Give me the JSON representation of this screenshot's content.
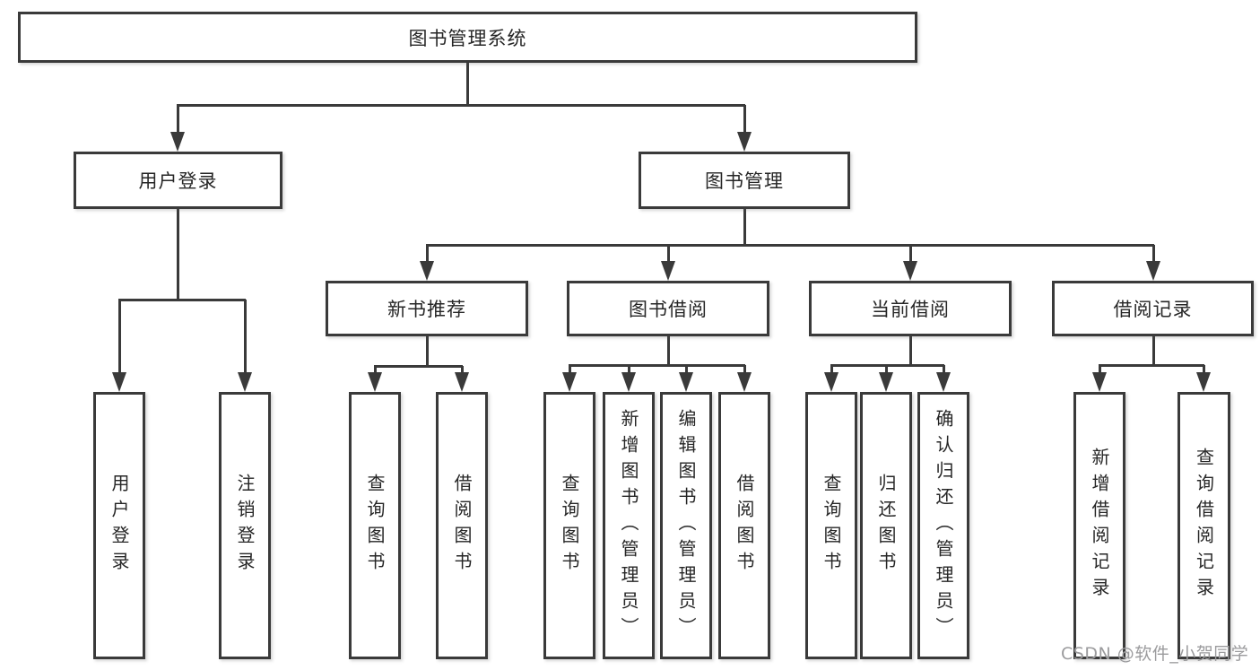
{
  "diagram": {
    "root": "图书管理系统",
    "level2": [
      "用户登录",
      "图书管理"
    ],
    "level3": [
      "新书推荐",
      "图书借阅",
      "当前借阅",
      "借阅记录"
    ],
    "leaves": {
      "user_login": [
        "用户登录",
        "注销登录"
      ],
      "new_book": [
        "查询图书",
        "借阅图书"
      ],
      "book_borrow": [
        "查询图书",
        "新增图书（管理员）",
        "编辑图书（管理员）",
        "借阅图书"
      ],
      "current_borrow": [
        "查询图书",
        "归还图书",
        "确认归还（管理员）"
      ],
      "borrow_record": [
        "新增借阅记录",
        "查询借阅记录"
      ]
    }
  },
  "watermark": "CSDN @软件_小贺同学",
  "colors": {
    "line": "#3a3a3a",
    "text": "#262626",
    "watermark": "#9b9b9d",
    "background": "#ffffff"
  }
}
